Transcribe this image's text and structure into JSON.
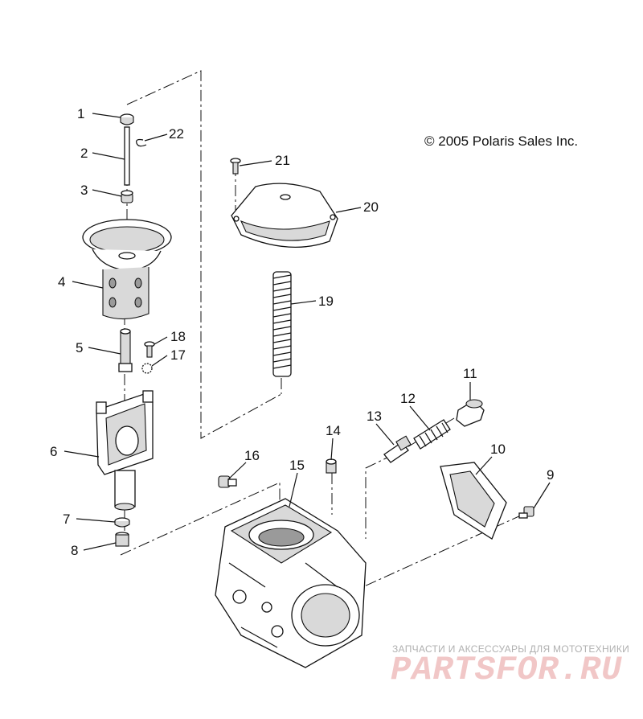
{
  "copyright": "© 2005 Polaris Sales Inc.",
  "watermark": {
    "tagline": "ЗАПЧАСТИ И АКСЕССУАРЫ ДЛЯ МОТОТЕХНИКИ",
    "logo": "PARTSFOR.RU"
  },
  "callouts": [
    {
      "id": "1",
      "label": "1"
    },
    {
      "id": "2",
      "label": "2"
    },
    {
      "id": "3",
      "label": "3"
    },
    {
      "id": "4",
      "label": "4"
    },
    {
      "id": "5",
      "label": "5"
    },
    {
      "id": "6",
      "label": "6"
    },
    {
      "id": "7",
      "label": "7"
    },
    {
      "id": "8",
      "label": "8"
    },
    {
      "id": "9",
      "label": "9"
    },
    {
      "id": "10",
      "label": "10"
    },
    {
      "id": "11",
      "label": "11"
    },
    {
      "id": "12",
      "label": "12"
    },
    {
      "id": "13",
      "label": "13"
    },
    {
      "id": "14",
      "label": "14"
    },
    {
      "id": "15",
      "label": "15"
    },
    {
      "id": "16",
      "label": "16"
    },
    {
      "id": "17",
      "label": "17"
    },
    {
      "id": "18",
      "label": "18"
    },
    {
      "id": "19",
      "label": "19"
    },
    {
      "id": "20",
      "label": "20"
    },
    {
      "id": "21",
      "label": "21"
    },
    {
      "id": "22",
      "label": "22"
    }
  ]
}
